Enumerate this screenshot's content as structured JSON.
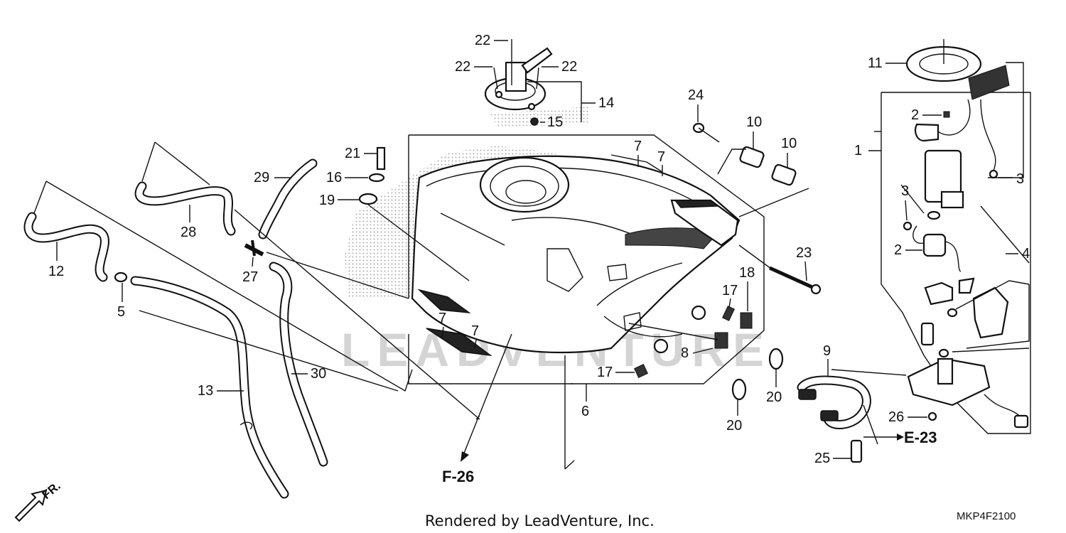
{
  "callouts": {
    "c1": "1",
    "c2a": "2",
    "c2b": "2",
    "c3a": "3",
    "c3b": "3",
    "c4": "4",
    "c5": "5",
    "c6": "6",
    "c7a": "7",
    "c7b": "7",
    "c7c": "7",
    "c7d": "7",
    "c8": "8",
    "c9": "9",
    "c10a": "10",
    "c10b": "10",
    "c11": "11",
    "c12": "12",
    "c13": "13",
    "c14": "14",
    "c15": "15",
    "c16": "16",
    "c17a": "17",
    "c17b": "17",
    "c18": "18",
    "c19": "19",
    "c20a": "20",
    "c20b": "20",
    "c21": "21",
    "c22a": "22",
    "c22b": "22",
    "c22c": "22",
    "c23": "23",
    "c24": "24",
    "c25": "25",
    "c26": "26",
    "c27": "27",
    "c28": "28",
    "c29": "29",
    "c30": "30"
  },
  "references": {
    "f26": "F-26",
    "e23": "E-23"
  },
  "direction": {
    "fr": "FR."
  },
  "footer": {
    "credit": "Rendered by LeadVenture, Inc.",
    "diagram_code": "MKP4F2100"
  },
  "watermark": {
    "text": "LEADVENTURE"
  }
}
